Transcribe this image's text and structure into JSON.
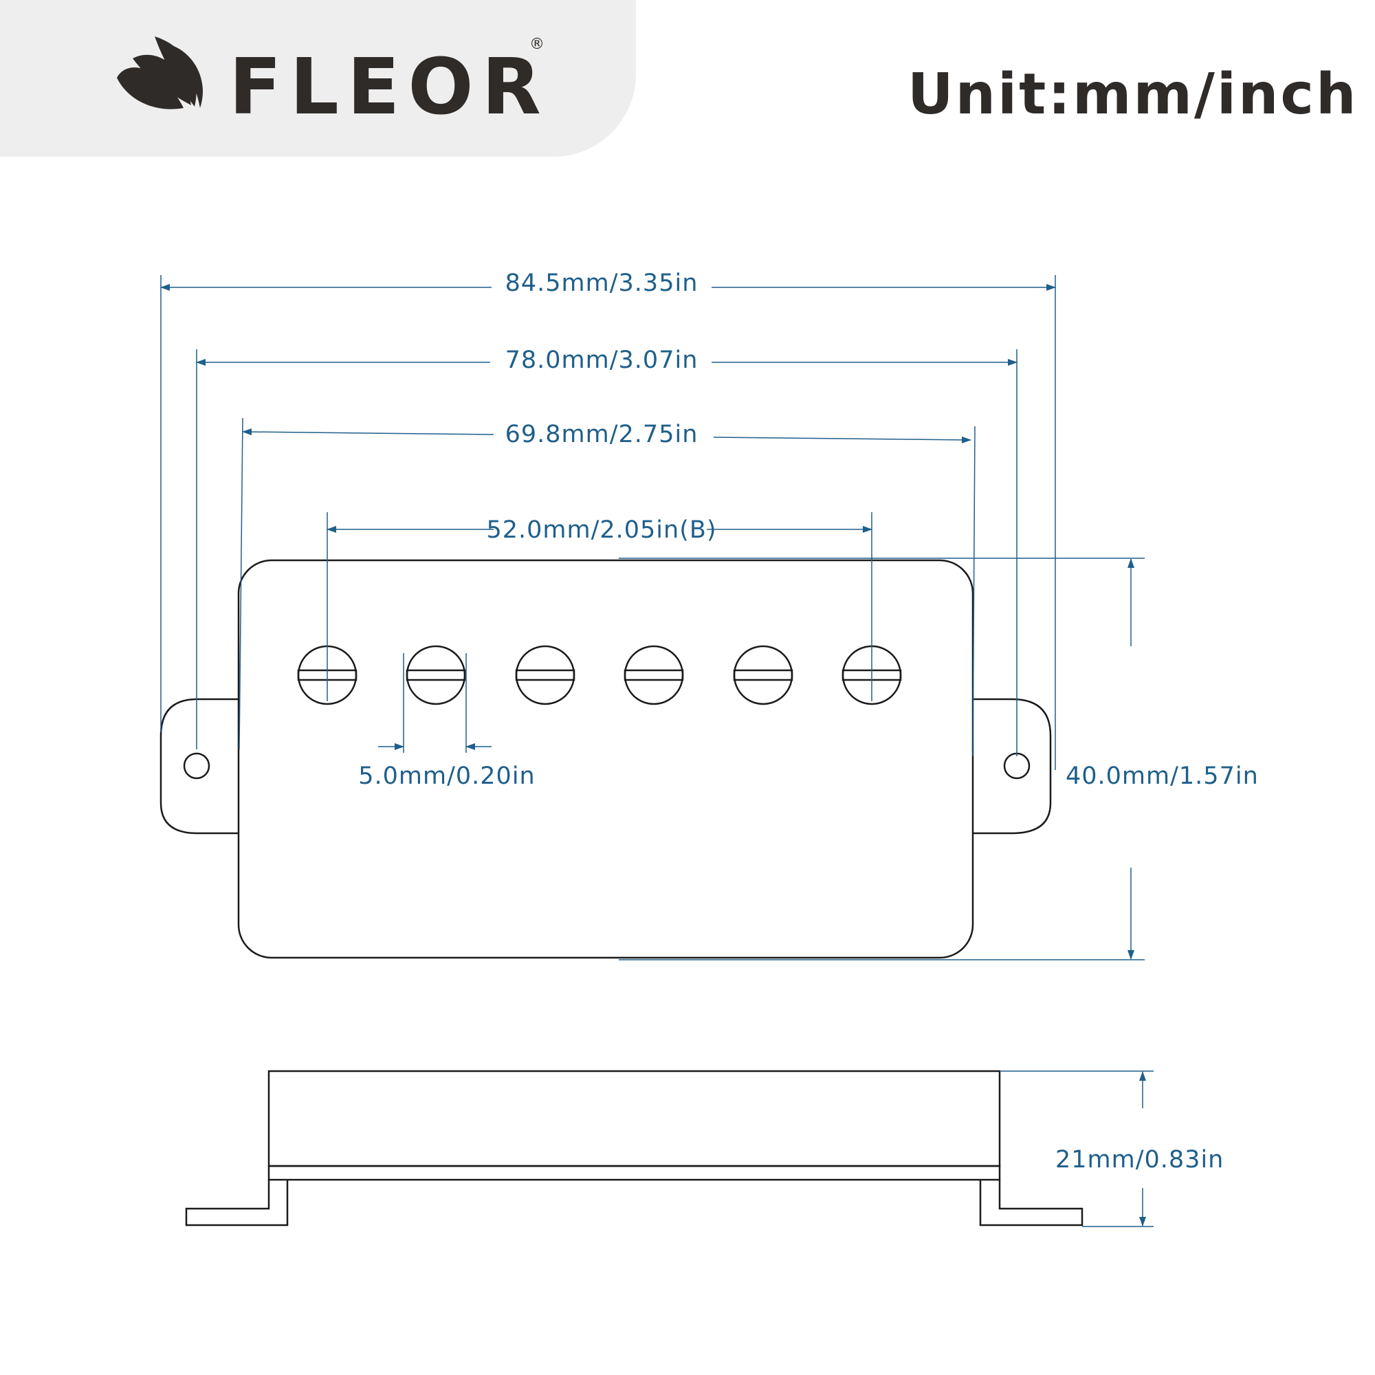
{
  "brand": {
    "name": "FLEOR",
    "registered_mark": "®"
  },
  "unit_label": "Unit:mm/inch",
  "colors": {
    "outline": "#1a1a1a",
    "dimension": "#1f5f8b",
    "logo": "#2f2b29",
    "header_bg": "#eeeeee"
  },
  "dimensions": {
    "overall_length": "84.5mm/3.35in",
    "mounting_hole_spacing": "78.0mm/3.07in",
    "cover_length": "69.8mm/2.75in",
    "pole_spacing": "52.0mm/2.05in(B)",
    "pole_diameter": "5.0mm/0.20in",
    "width": "40.0mm/1.57in",
    "height": "21mm/0.83in"
  }
}
